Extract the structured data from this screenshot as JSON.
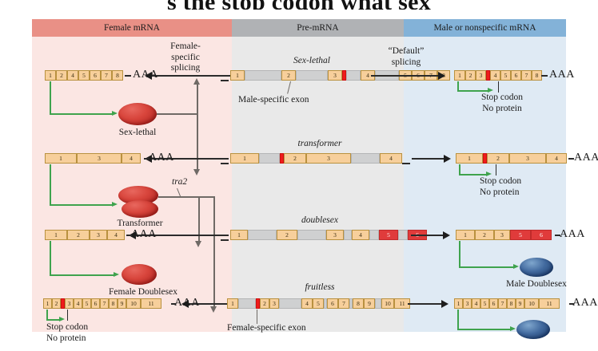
{
  "page": {
    "cut_title": "s the stop codon what sex"
  },
  "columns": {
    "female": {
      "header": "Female mRNA",
      "header_color": "#e99086",
      "body_color": "#fbe6e3"
    },
    "pre": {
      "header": "Pre-mRNA",
      "header_color": "#b0b2b5",
      "body_color": "#e9e9e9"
    },
    "male": {
      "header": "Male or nonspecific mRNA",
      "header_color": "#83b2d8",
      "body_color": "#dfeaf4"
    }
  },
  "annotations": {
    "female_specific_splicing": "Female-\nspecific\nsplicing",
    "default_splicing": "“Default”\nsplicing",
    "male_specific_exon": "Male-specific exon",
    "female_specific_exon": "Female-specific exon",
    "stop_codon_no_protein": "Stop codon\nNo protein",
    "tra2": "tra2",
    "poly_a": "AAA"
  },
  "genes": {
    "sxl": {
      "name": "Sex-lethal"
    },
    "tra": {
      "name": "transformer"
    },
    "dsx": {
      "name": "doublesex"
    },
    "fru": {
      "name": "fruitless"
    }
  },
  "proteins": {
    "sex_lethal": {
      "label": "Sex-lethal",
      "color": "#d8453c"
    },
    "transformer": {
      "label": "Transformer",
      "color": "#d8453c"
    },
    "female_doublesex": {
      "label": "Female Doublesex",
      "color": "#d8453c"
    },
    "male_doublesex": {
      "label": "Male Doublesex",
      "color": "#41699e"
    },
    "male_fruitless": {
      "label": "",
      "color": "#41699e"
    }
  },
  "transcripts": {
    "sxl_female": {
      "segments": [
        {
          "t": "ex",
          "n": "1",
          "w": 14
        },
        {
          "t": "ex",
          "n": "2",
          "w": 14
        },
        {
          "t": "ex",
          "n": "4",
          "w": 14
        },
        {
          "t": "ex",
          "n": "5",
          "w": 14
        },
        {
          "t": "ex",
          "n": "6",
          "w": 14
        },
        {
          "t": "ex",
          "n": "7",
          "w": 14
        },
        {
          "t": "ex",
          "n": "8",
          "w": 14
        }
      ]
    },
    "sxl_pre": {
      "segments": [
        {
          "t": "ex",
          "n": "1",
          "w": 18
        },
        {
          "t": "intron",
          "n": "",
          "w": 46
        },
        {
          "t": "ex",
          "n": "2",
          "w": 18
        },
        {
          "t": "intron",
          "n": "",
          "w": 40
        },
        {
          "t": "ex",
          "n": "3",
          "w": 18
        },
        {
          "t": "redmark",
          "n": "",
          "w": 5
        },
        {
          "t": "intron",
          "n": "",
          "w": 18
        },
        {
          "t": "ex",
          "n": "4",
          "w": 18
        },
        {
          "t": "intron",
          "n": "",
          "w": 30
        },
        {
          "t": "ex",
          "n": "5",
          "w": 16
        },
        {
          "t": "ex",
          "n": "6",
          "w": 16
        },
        {
          "t": "ex",
          "n": "7",
          "w": 16
        },
        {
          "t": "ex",
          "n": "8",
          "w": 16
        }
      ]
    },
    "sxl_male": {
      "segments": [
        {
          "t": "ex",
          "n": "1",
          "w": 14
        },
        {
          "t": "ex",
          "n": "2",
          "w": 13
        },
        {
          "t": "ex",
          "n": "3",
          "w": 13
        },
        {
          "t": "redmark",
          "n": "",
          "w": 5
        },
        {
          "t": "ex",
          "n": "4",
          "w": 13
        },
        {
          "t": "ex",
          "n": "5",
          "w": 13
        },
        {
          "t": "ex",
          "n": "6",
          "w": 13
        },
        {
          "t": "ex",
          "n": "7",
          "w": 13
        },
        {
          "t": "ex",
          "n": "8",
          "w": 13
        }
      ]
    },
    "tra_female": {
      "segments": [
        {
          "t": "ex",
          "n": "1",
          "w": 40
        },
        {
          "t": "ex",
          "n": "3",
          "w": 56
        },
        {
          "t": "ex",
          "n": "4",
          "w": 24
        }
      ]
    },
    "tra_pre": {
      "segments": [
        {
          "t": "ex",
          "n": "1",
          "w": 36
        },
        {
          "t": "intron",
          "n": "",
          "w": 26
        },
        {
          "t": "redmark",
          "n": "",
          "w": 5
        },
        {
          "t": "ex",
          "n": "2",
          "w": 28
        },
        {
          "t": "ex",
          "n": "3",
          "w": 56
        },
        {
          "t": "intron",
          "n": "",
          "w": 36
        },
        {
          "t": "ex",
          "n": "4",
          "w": 28
        }
      ]
    },
    "tra_male": {
      "segments": [
        {
          "t": "ex",
          "n": "1",
          "w": 34
        },
        {
          "t": "redmark",
          "n": "",
          "w": 5
        },
        {
          "t": "ex",
          "n": "2",
          "w": 28
        },
        {
          "t": "ex",
          "n": "3",
          "w": 46
        },
        {
          "t": "ex",
          "n": "4",
          "w": 26
        }
      ]
    },
    "dsx_female": {
      "segments": [
        {
          "t": "ex",
          "n": "1",
          "w": 28
        },
        {
          "t": "ex",
          "n": "2",
          "w": 28
        },
        {
          "t": "ex",
          "n": "3",
          "w": 22
        },
        {
          "t": "ex",
          "n": "4",
          "w": 22
        }
      ]
    },
    "dsx_pre": {
      "segments": [
        {
          "t": "ex",
          "n": "1",
          "w": 22
        },
        {
          "t": "intron",
          "n": "",
          "w": 36
        },
        {
          "t": "ex",
          "n": "2",
          "w": 26
        },
        {
          "t": "intron",
          "n": "",
          "w": 36
        },
        {
          "t": "ex",
          "n": "3",
          "w": 22
        },
        {
          "t": "intron",
          "n": "",
          "w": 10
        },
        {
          "t": "ex",
          "n": "4",
          "w": 22
        },
        {
          "t": "intron",
          "n": "",
          "w": 12
        },
        {
          "t": "red",
          "n": "5",
          "w": 24
        },
        {
          "t": "intron",
          "n": "",
          "w": 12
        },
        {
          "t": "red",
          "n": "6",
          "w": 24
        }
      ]
    },
    "dsx_male": {
      "segments": [
        {
          "t": "ex",
          "n": "1",
          "w": 24
        },
        {
          "t": "ex",
          "n": "2",
          "w": 24
        },
        {
          "t": "ex",
          "n": "3",
          "w": 20
        },
        {
          "t": "red",
          "n": "5",
          "w": 26
        },
        {
          "t": "red",
          "n": "6",
          "w": 26
        }
      ]
    },
    "fru_female": {
      "segments": [
        {
          "t": "ex",
          "n": "1",
          "w": 11
        },
        {
          "t": "ex",
          "n": "2",
          "w": 11
        },
        {
          "t": "redmark",
          "n": "",
          "w": 5
        },
        {
          "t": "ex",
          "n": "3",
          "w": 11
        },
        {
          "t": "ex",
          "n": "4",
          "w": 11
        },
        {
          "t": "ex",
          "n": "5",
          "w": 11
        },
        {
          "t": "ex",
          "n": "6",
          "w": 11
        },
        {
          "t": "ex",
          "n": "7",
          "w": 11
        },
        {
          "t": "ex",
          "n": "8",
          "w": 11
        },
        {
          "t": "ex",
          "n": "9",
          "w": 11
        },
        {
          "t": "ex",
          "n": "10",
          "w": 18
        },
        {
          "t": "ex",
          "n": "11",
          "w": 26
        }
      ]
    },
    "fru_pre": {
      "segments": [
        {
          "t": "ex",
          "n": "1",
          "w": 14
        },
        {
          "t": "intron",
          "n": "",
          "w": 22
        },
        {
          "t": "redmark",
          "n": "",
          "w": 5
        },
        {
          "t": "ex",
          "n": "2",
          "w": 12
        },
        {
          "t": "ex",
          "n": "3",
          "w": 12
        },
        {
          "t": "intron",
          "n": "",
          "w": 28
        },
        {
          "t": "ex",
          "n": "4",
          "w": 14
        },
        {
          "t": "ex",
          "n": "5",
          "w": 14
        },
        {
          "t": "intron",
          "n": "",
          "w": 4
        },
        {
          "t": "ex",
          "n": "6",
          "w": 14
        },
        {
          "t": "ex",
          "n": "7",
          "w": 14
        },
        {
          "t": "intron",
          "n": "",
          "w": 4
        },
        {
          "t": "ex",
          "n": "8",
          "w": 14
        },
        {
          "t": "ex",
          "n": "9",
          "w": 14
        },
        {
          "t": "intron",
          "n": "",
          "w": 8
        },
        {
          "t": "ex",
          "n": "10",
          "w": 16
        },
        {
          "t": "ex",
          "n": "11",
          "w": 20
        }
      ]
    },
    "fru_male": {
      "segments": [
        {
          "t": "ex",
          "n": "1",
          "w": 11
        },
        {
          "t": "ex",
          "n": "3",
          "w": 11
        },
        {
          "t": "ex",
          "n": "4",
          "w": 11
        },
        {
          "t": "ex",
          "n": "5",
          "w": 11
        },
        {
          "t": "ex",
          "n": "6",
          "w": 11
        },
        {
          "t": "ex",
          "n": "7",
          "w": 11
        },
        {
          "t": "ex",
          "n": "8",
          "w": 11
        },
        {
          "t": "ex",
          "n": "9",
          "w": 11
        },
        {
          "t": "ex",
          "n": "10",
          "w": 18
        },
        {
          "t": "ex",
          "n": "11",
          "w": 26
        }
      ]
    }
  }
}
